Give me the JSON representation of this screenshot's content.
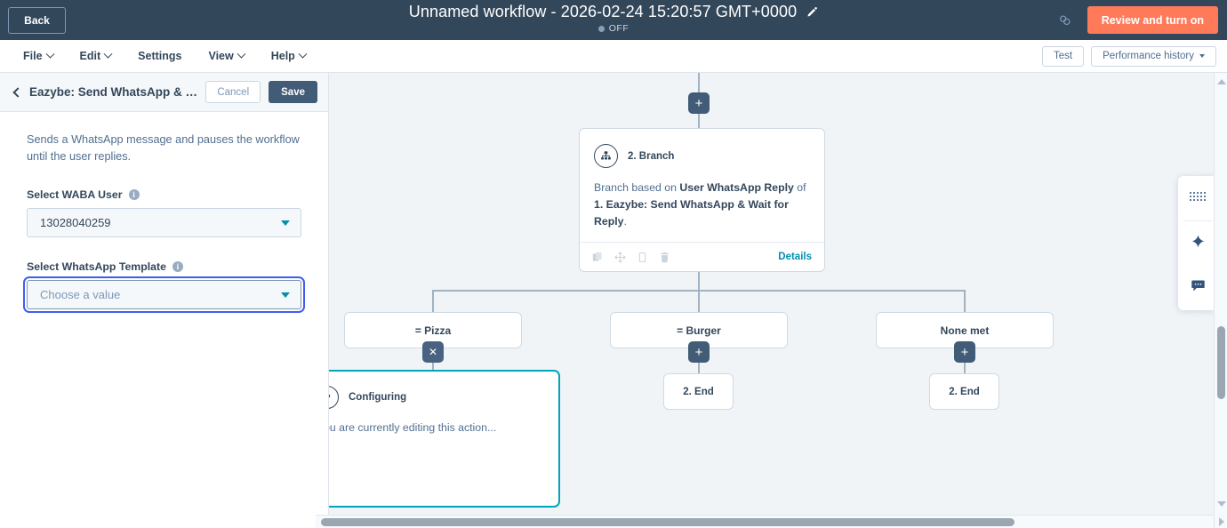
{
  "topbar": {
    "back_label": "Back",
    "workflow_title": "Unnamed workflow - 2026-02-24 15:20:57 GMT+0000",
    "edit_icon": "pencil-icon",
    "status": "OFF",
    "link_icon": "link-icon",
    "review_label": "Review and turn on",
    "bg_color": "#33475b",
    "review_color": "#ff7a59"
  },
  "menubar": {
    "items": [
      {
        "label": "File",
        "has_caret": true
      },
      {
        "label": "Edit",
        "has_caret": true
      },
      {
        "label": "Settings",
        "has_caret": false
      },
      {
        "label": "View",
        "has_caret": true
      },
      {
        "label": "Help",
        "has_caret": true
      }
    ],
    "test_label": "Test",
    "performance_label": "Performance history"
  },
  "panel": {
    "title": "Eazybe: Send WhatsApp & Wait...",
    "cancel_label": "Cancel",
    "save_label": "Save",
    "description": "Sends a WhatsApp message and pauses the workflow until the user replies.",
    "fields": [
      {
        "label": "Select WABA User",
        "value": "13028040259",
        "placeholder": "Choose a value",
        "focused": false
      },
      {
        "label": "Select WhatsApp Template",
        "value": "Choose a value",
        "placeholder": "Choose a value",
        "focused": true
      }
    ]
  },
  "canvas": {
    "bg_color": "#f0f4f7",
    "branch_card": {
      "icon": "branch-icon",
      "title": "2. Branch",
      "body_prefix": "Branch based on ",
      "body_bold_1": "User WhatsApp Reply",
      "body_mid": " of ",
      "body_bold_2": "1. Eazybe: Send WhatsApp & Wait for Reply",
      "body_suffix": ".",
      "details_label": "Details",
      "footer_icons": [
        "copy-icon",
        "move-icon",
        "clone-icon",
        "trash-icon"
      ]
    },
    "branches": [
      {
        "label": "= Pizza",
        "pill": "x",
        "child": null
      },
      {
        "label": "= Burger",
        "pill": "+",
        "child": "2. End"
      },
      {
        "label": "None met",
        "pill": "+",
        "child": "2. End"
      }
    ],
    "top_pill": "+",
    "configuring_card": {
      "icon": "question-icon",
      "title": "Configuring",
      "body": "You are currently editing this action...",
      "border_color": "#00a4bd"
    }
  },
  "float_toolbar": {
    "items": [
      {
        "icon": "grid-dots-icon",
        "name": "grid-tool"
      },
      {
        "icon": "sparkle-icon",
        "name": "ai-assistant-tool"
      },
      {
        "icon": "chat-bubble-icon",
        "name": "comments-tool"
      }
    ]
  }
}
